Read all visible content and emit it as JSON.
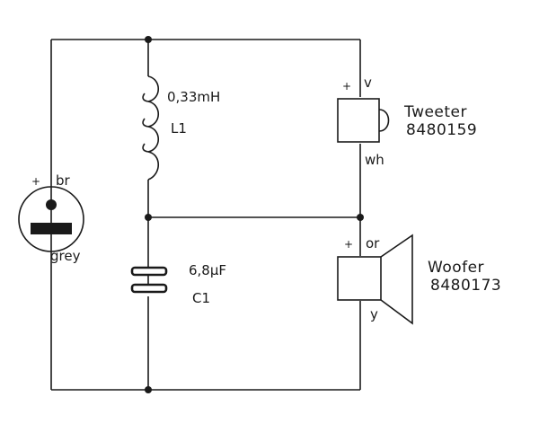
{
  "inductor": {
    "value": "0,33mH",
    "ref": "L1"
  },
  "capacitor": {
    "value": "6,8µF",
    "ref": "C1"
  },
  "tweeter": {
    "name": "Tweeter",
    "part": "8480159",
    "pos_marker": "+",
    "pos_wire": "v",
    "neg_wire": "wh"
  },
  "woofer": {
    "name": "Woofer",
    "part": "8480173",
    "pos_marker": "+",
    "pos_wire": "or",
    "neg_wire": "y"
  },
  "input": {
    "pos_marker": "+",
    "pos_wire": "br",
    "neg_wire": "grey"
  }
}
